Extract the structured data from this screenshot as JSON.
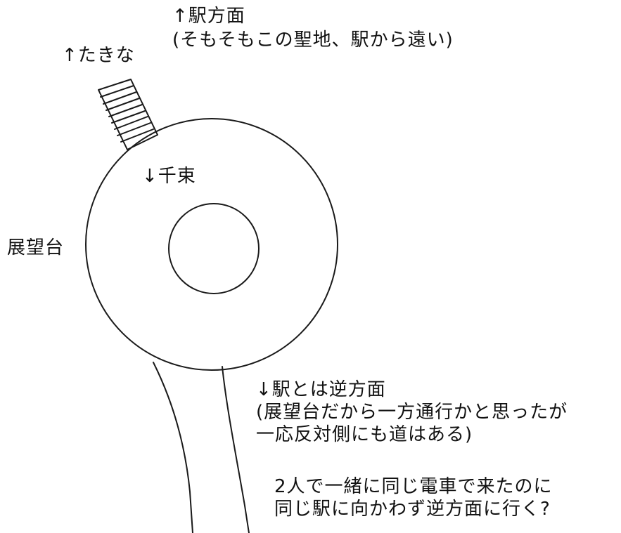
{
  "labels": {
    "takina": "↑たきな",
    "station_direction": {
      "line1": "↑駅方面",
      "line2": "(そもそもこの聖地、駅から遠い)"
    },
    "chitose": "↓千束",
    "observation_deck": "展望台",
    "opposite_direction": {
      "line1": "↓駅とは逆方面",
      "line2": "(展望台だから一方通行かと思ったが",
      "line3": "一応反対側にも道はある)"
    },
    "question": {
      "line1": "2人で一緒に同じ電車で来たのに",
      "line2": "同じ駅に向かわず逆方面に行く?"
    }
  }
}
